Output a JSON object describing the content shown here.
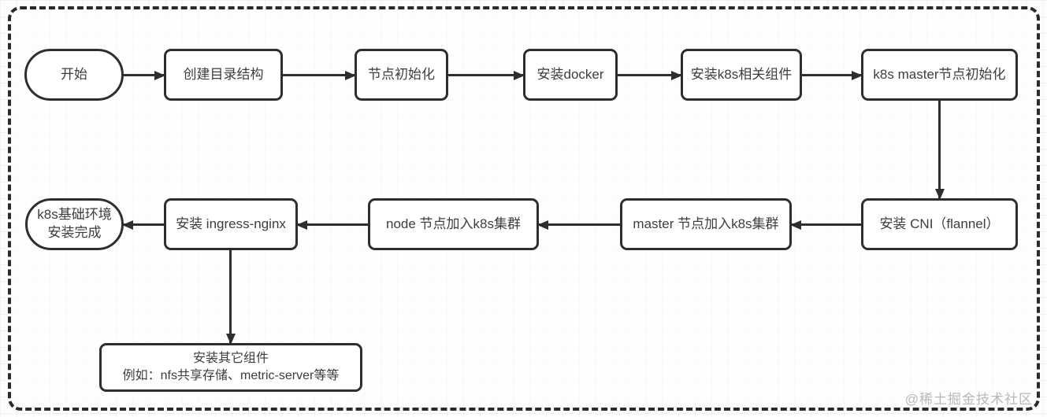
{
  "diagram": {
    "type": "flowchart",
    "language": "zh-CN",
    "watermark": "@稀土掘金技术社区",
    "colors": {
      "frame_border": "#2a2a2a",
      "node_border": "#2e2e2e",
      "node_fill": "#ffffff",
      "arrow": "#2e2e2e",
      "text": "#3d3d3d",
      "background": "#fdfdfd",
      "watermark": "#b8b8b8"
    },
    "nodes": {
      "start": {
        "label": "开始",
        "shape": "stadium"
      },
      "create_dir": {
        "label": "创建目录结构",
        "shape": "rect"
      },
      "node_init": {
        "label": "节点初始化",
        "shape": "rect"
      },
      "install_docker": {
        "label": "安装docker",
        "shape": "rect"
      },
      "install_k8s_components": {
        "label": "安装k8s相关组件",
        "shape": "rect"
      },
      "master_init": {
        "label": "k8s master节点初始化",
        "shape": "rect"
      },
      "install_cni": {
        "label": "安装 CNI（flannel）",
        "shape": "rect"
      },
      "master_join": {
        "label": "master 节点加入k8s集群",
        "shape": "rect"
      },
      "node_join": {
        "label": "node 节点加入k8s集群",
        "shape": "rect"
      },
      "install_ingress": {
        "label": "安装 ingress-nginx",
        "shape": "rect"
      },
      "finish": {
        "line1": "k8s基础环境",
        "line2": "安装完成",
        "shape": "stadium"
      },
      "install_others": {
        "line1": "安装其它组件",
        "line2": "例如：nfs共享存储、metric-server等等",
        "shape": "rect"
      }
    },
    "edges": [
      {
        "from": "start",
        "to": "create_dir",
        "direction": "right"
      },
      {
        "from": "create_dir",
        "to": "node_init",
        "direction": "right"
      },
      {
        "from": "node_init",
        "to": "install_docker",
        "direction": "right"
      },
      {
        "from": "install_docker",
        "to": "install_k8s_components",
        "direction": "right"
      },
      {
        "from": "install_k8s_components",
        "to": "master_init",
        "direction": "right"
      },
      {
        "from": "master_init",
        "to": "install_cni",
        "direction": "down"
      },
      {
        "from": "install_cni",
        "to": "master_join",
        "direction": "left"
      },
      {
        "from": "master_join",
        "to": "node_join",
        "direction": "left"
      },
      {
        "from": "node_join",
        "to": "install_ingress",
        "direction": "left"
      },
      {
        "from": "install_ingress",
        "to": "finish",
        "direction": "left"
      },
      {
        "from": "install_ingress",
        "to": "install_others",
        "direction": "down"
      }
    ]
  }
}
